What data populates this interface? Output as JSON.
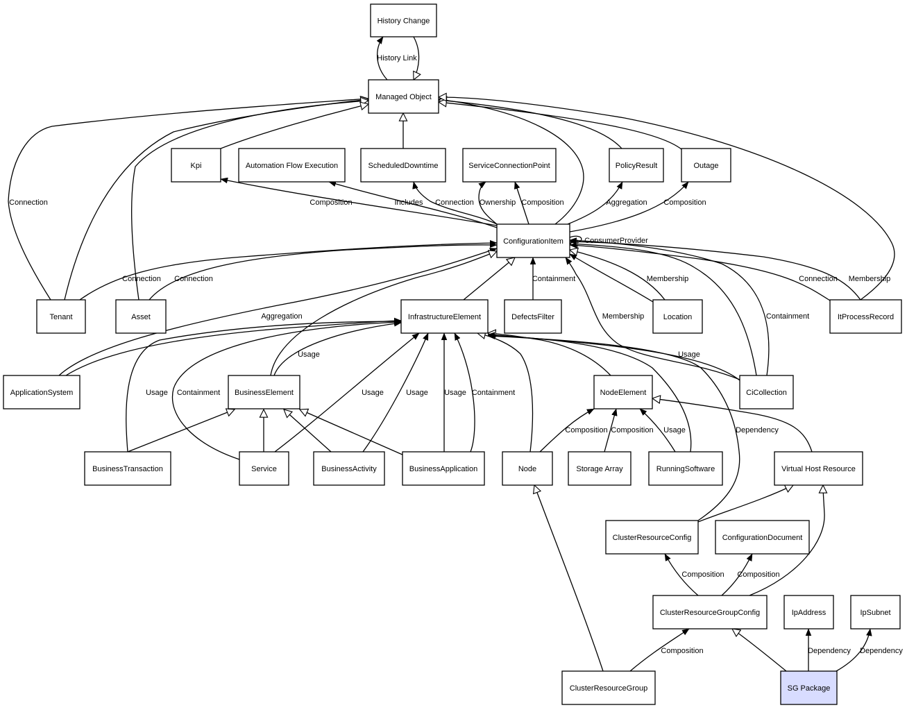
{
  "nodes": [
    {
      "id": "history_change",
      "label": "History Change"
    },
    {
      "id": "managed_object",
      "label": "Managed Object"
    },
    {
      "id": "kpi",
      "label": "Kpi"
    },
    {
      "id": "automation_flow_execution",
      "label": "Automation Flow Execution"
    },
    {
      "id": "scheduled_downtime",
      "label": "ScheduledDowntime"
    },
    {
      "id": "service_connection_point",
      "label": "ServiceConnectionPoint"
    },
    {
      "id": "policy_result",
      "label": "PolicyResult"
    },
    {
      "id": "outage",
      "label": "Outage"
    },
    {
      "id": "configuration_item",
      "label": "ConfigurationItem"
    },
    {
      "id": "tenant",
      "label": "Tenant"
    },
    {
      "id": "asset",
      "label": "Asset"
    },
    {
      "id": "infrastructure_element",
      "label": "InfrastructureElement"
    },
    {
      "id": "defects_filter",
      "label": "DefectsFilter"
    },
    {
      "id": "location",
      "label": "Location"
    },
    {
      "id": "it_process_record",
      "label": "ItProcessRecord"
    },
    {
      "id": "application_system",
      "label": "ApplicationSystem"
    },
    {
      "id": "business_element",
      "label": "BusinessElement"
    },
    {
      "id": "node_element",
      "label": "NodeElement"
    },
    {
      "id": "ci_collection",
      "label": "CiCollection"
    },
    {
      "id": "business_transaction",
      "label": "BusinessTransaction"
    },
    {
      "id": "service",
      "label": "Service"
    },
    {
      "id": "business_activity",
      "label": "BusinessActivity"
    },
    {
      "id": "business_application",
      "label": "BusinessApplication"
    },
    {
      "id": "node",
      "label": "Node"
    },
    {
      "id": "storage_array",
      "label": "Storage Array"
    },
    {
      "id": "running_software",
      "label": "RunningSoftware"
    },
    {
      "id": "virtual_host_resource",
      "label": "Virtual Host Resource"
    },
    {
      "id": "cluster_resource_config",
      "label": "ClusterResourceConfig"
    },
    {
      "id": "configuration_document",
      "label": "ConfigurationDocument"
    },
    {
      "id": "cluster_resource_group_config",
      "label": "ClusterResourceGroupConfig"
    },
    {
      "id": "ip_address",
      "label": "IpAddress"
    },
    {
      "id": "ip_subnet",
      "label": "IpSubnet"
    },
    {
      "id": "cluster_resource_group",
      "label": "ClusterResourceGroup"
    },
    {
      "id": "sg_package",
      "label": "SG Package",
      "highlight": true
    }
  ],
  "edges": [
    {
      "from": "managed_object",
      "to": "history_change",
      "label": "History Link",
      "arrow": "filled"
    },
    {
      "from": "history_change",
      "to": "managed_object",
      "label": "",
      "arrow": "hollow"
    },
    {
      "from": "tenant",
      "to": "managed_object",
      "label": "Connection",
      "arrow": "filled"
    },
    {
      "from": "tenant",
      "to": "managed_object",
      "label": "",
      "arrow": "hollow"
    },
    {
      "from": "asset",
      "to": "managed_object",
      "label": "",
      "arrow": "hollow"
    },
    {
      "from": "kpi",
      "to": "managed_object",
      "label": "",
      "arrow": "hollow"
    },
    {
      "from": "scheduled_downtime",
      "to": "managed_object",
      "label": "",
      "arrow": "hollow"
    },
    {
      "from": "configuration_item",
      "to": "managed_object",
      "label": "",
      "arrow": "hollow"
    },
    {
      "from": "policy_result",
      "to": "managed_object",
      "label": "",
      "arrow": "hollow"
    },
    {
      "from": "outage",
      "to": "managed_object",
      "label": "",
      "arrow": "hollow"
    },
    {
      "from": "it_process_record",
      "to": "managed_object",
      "label": "",
      "arrow": "hollow"
    },
    {
      "from": "configuration_item",
      "to": "kpi",
      "label": "Composition",
      "arrow": "filled"
    },
    {
      "from": "configuration_item",
      "to": "automation_flow_execution",
      "label": "Includes",
      "arrow": "filled"
    },
    {
      "from": "configuration_item",
      "to": "scheduled_downtime",
      "label": "Connection",
      "arrow": "filled"
    },
    {
      "from": "configuration_item",
      "to": "service_connection_point",
      "label": "Ownership",
      "arrow": "filled"
    },
    {
      "from": "configuration_item",
      "to": "service_connection_point",
      "label": "Composition",
      "arrow": "filled"
    },
    {
      "from": "configuration_item",
      "to": "policy_result",
      "label": "Aggregation",
      "arrow": "filled"
    },
    {
      "from": "configuration_item",
      "to": "outage",
      "label": "Composition",
      "arrow": "filled"
    },
    {
      "from": "configuration_item",
      "to": "configuration_item",
      "label": "ConsumerProvider",
      "arrow": "filled"
    },
    {
      "from": "tenant",
      "to": "configuration_item",
      "label": "Connection",
      "arrow": "filled"
    },
    {
      "from": "asset",
      "to": "configuration_item",
      "label": "Connection",
      "arrow": "filled"
    },
    {
      "from": "application_system",
      "to": "configuration_item",
      "label": "Aggregation",
      "arrow": "filled"
    },
    {
      "from": "business_element",
      "to": "configuration_item",
      "label": "",
      "arrow": "hollow"
    },
    {
      "from": "infrastructure_element",
      "to": "configuration_item",
      "label": "",
      "arrow": "hollow"
    },
    {
      "from": "defects_filter",
      "to": "configuration_item",
      "label": "Containment",
      "arrow": "filled"
    },
    {
      "from": "location",
      "to": "configuration_item",
      "label": "Membership",
      "arrow": "filled"
    },
    {
      "from": "location",
      "to": "configuration_item",
      "label": "",
      "arrow": "hollow"
    },
    {
      "from": "ci_collection",
      "to": "configuration_item",
      "label": "Membership",
      "arrow": "filled"
    },
    {
      "from": "ci_collection",
      "to": "configuration_item",
      "label": "Containment",
      "arrow": "filled"
    },
    {
      "from": "ci_collection",
      "to": "configuration_item",
      "label": "",
      "arrow": "hollow"
    },
    {
      "from": "it_process_record",
      "to": "configuration_item",
      "label": "Connection",
      "arrow": "filled"
    },
    {
      "from": "it_process_record",
      "to": "configuration_item",
      "label": "Membership",
      "arrow": "filled"
    },
    {
      "from": "application_system",
      "to": "infrastructure_element",
      "label": "",
      "arrow": "filled"
    },
    {
      "from": "business_element",
      "to": "infrastructure_element",
      "label": "Usage",
      "arrow": "filled"
    },
    {
      "from": "business_transaction",
      "to": "infrastructure_element",
      "label": "Usage",
      "arrow": "filled"
    },
    {
      "from": "service",
      "to": "infrastructure_element",
      "label": "Containment",
      "arrow": "filled"
    },
    {
      "from": "service",
      "to": "infrastructure_element",
      "label": "Usage",
      "arrow": "filled"
    },
    {
      "from": "business_activity",
      "to": "infrastructure_element",
      "label": "Usage",
      "arrow": "filled"
    },
    {
      "from": "business_application",
      "to": "infrastructure_element",
      "label": "Usage",
      "arrow": "filled"
    },
    {
      "from": "business_application",
      "to": "infrastructure_element",
      "label": "Containment",
      "arrow": "filled"
    },
    {
      "from": "node",
      "to": "infrastructure_element",
      "label": "",
      "arrow": "hollow"
    },
    {
      "from": "node_element",
      "to": "infrastructure_element",
      "label": "",
      "arrow": "hollow"
    },
    {
      "from": "ci_collection",
      "to": "infrastructure_element",
      "label": "Usage",
      "arrow": "filled"
    },
    {
      "from": "running_software",
      "to": "infrastructure_element",
      "label": "",
      "arrow": "filled"
    },
    {
      "from": "cluster_resource_config",
      "to": "infrastructure_element",
      "label": "Dependency",
      "arrow": "filled"
    },
    {
      "from": "business_transaction",
      "to": "business_element",
      "label": "",
      "arrow": "hollow"
    },
    {
      "from": "service",
      "to": "business_element",
      "label": "",
      "arrow": "hollow"
    },
    {
      "from": "business_activity",
      "to": "business_element",
      "label": "",
      "arrow": "hollow"
    },
    {
      "from": "business_application",
      "to": "business_element",
      "label": "",
      "arrow": "hollow"
    },
    {
      "from": "node",
      "to": "node_element",
      "label": "Composition",
      "arrow": "filled"
    },
    {
      "from": "storage_array",
      "to": "node_element",
      "label": "Composition",
      "arrow": "filled"
    },
    {
      "from": "running_software",
      "to": "node_element",
      "label": "Usage",
      "arrow": "filled"
    },
    {
      "from": "virtual_host_resource",
      "to": "node_element",
      "label": "",
      "arrow": "hollow"
    },
    {
      "from": "cluster_resource_config",
      "to": "virtual_host_resource",
      "label": "",
      "arrow": "hollow"
    },
    {
      "from": "cluster_resource_group_config",
      "to": "virtual_host_resource",
      "label": "",
      "arrow": "hollow"
    },
    {
      "from": "cluster_resource_group_config",
      "to": "cluster_resource_config",
      "label": "Composition",
      "arrow": "filled"
    },
    {
      "from": "cluster_resource_group_config",
      "to": "configuration_document",
      "label": "Composition",
      "arrow": "filled"
    },
    {
      "from": "cluster_resource_group",
      "to": "cluster_resource_group_config",
      "label": "Composition",
      "arrow": "filled"
    },
    {
      "from": "cluster_resource_group",
      "to": "node",
      "label": "",
      "arrow": "hollow"
    },
    {
      "from": "sg_package",
      "to": "cluster_resource_group_config",
      "label": "",
      "arrow": "hollow"
    },
    {
      "from": "sg_package",
      "to": "ip_address",
      "label": "Dependency",
      "arrow": "filled"
    },
    {
      "from": "sg_package",
      "to": "ip_subnet",
      "label": "Dependency",
      "arrow": "filled"
    }
  ]
}
